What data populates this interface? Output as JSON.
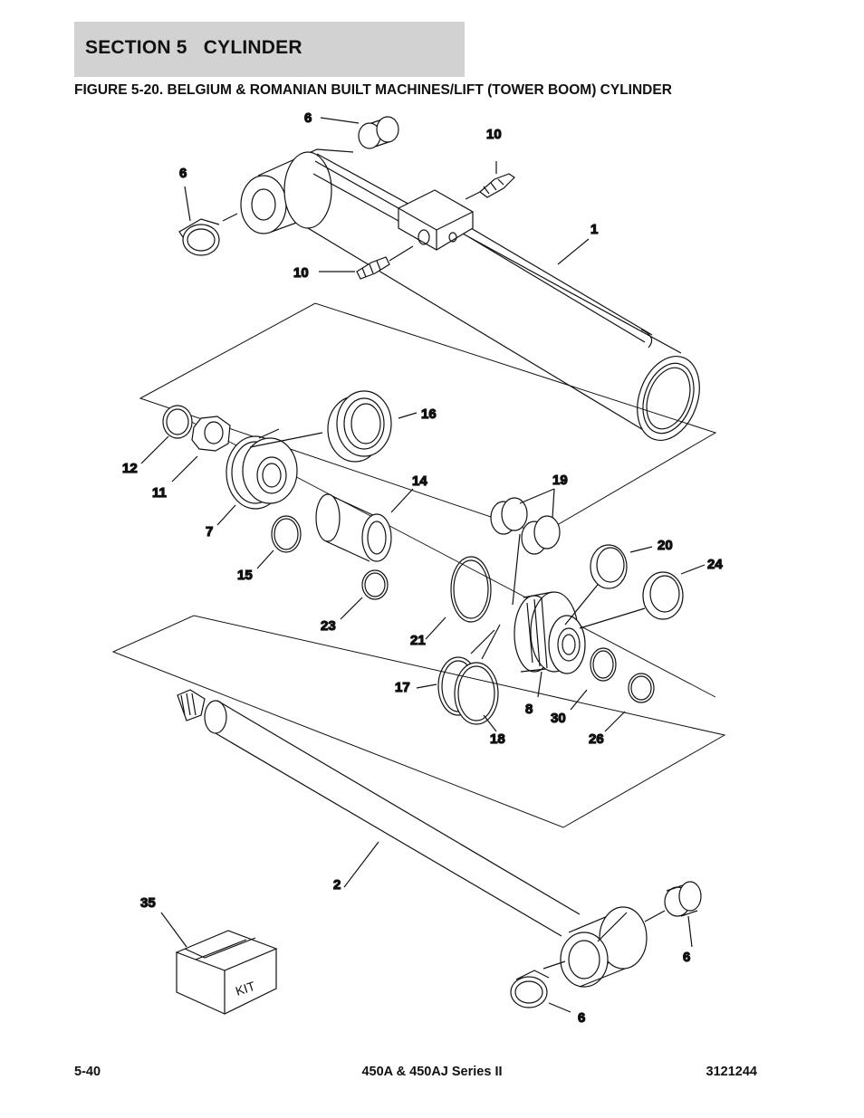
{
  "header": {
    "section_title": "SECTION 5   CYLINDER",
    "figure_title": "FIGURE 5-20. BELGIUM & ROMANIAN BUILT MACHINES/LIFT (TOWER BOOM) CYLINDER"
  },
  "callouts": {
    "c6_a": "6",
    "c6_b": "6",
    "c6_c": "6",
    "c6_d": "6",
    "c10_a": "10",
    "c10_b": "10",
    "c1": "1",
    "c16": "16",
    "c12": "12",
    "c11": "11",
    "c7": "7",
    "c14": "14",
    "c19": "19",
    "c15": "15",
    "c20": "20",
    "c24": "24",
    "c23": "23",
    "c21": "21",
    "c17": "17",
    "c8": "8",
    "c30": "30",
    "c18": "18",
    "c26": "26",
    "c2": "2",
    "c35": "35"
  },
  "kit_label": "KIT",
  "footer": {
    "page_number": "5-40",
    "model": "450A & 450AJ Series II",
    "doc_number": "3121244"
  }
}
